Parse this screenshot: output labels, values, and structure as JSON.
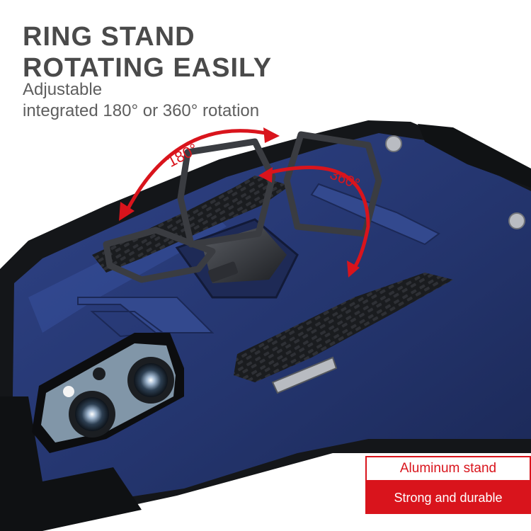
{
  "headline": {
    "line1": "RING STAND",
    "line2": "ROTATING EASILY"
  },
  "subtitle": {
    "line1": "Adjustable",
    "line2": "integrated 180° or 360° rotation"
  },
  "arrows": {
    "label_180": "180°",
    "label_360": "360°"
  },
  "badge": {
    "top_label": "Aluminum stand",
    "bottom_label": "Strong and durable"
  },
  "colors": {
    "case_blue": "#2b3f7e",
    "bumper_black": "#141619",
    "accent_red": "#d9141c",
    "headline_gray": "#4a4a4a"
  },
  "icons": [
    "ring-stand-icon",
    "camera-lens-icon",
    "rotation-arrow-icon"
  ]
}
